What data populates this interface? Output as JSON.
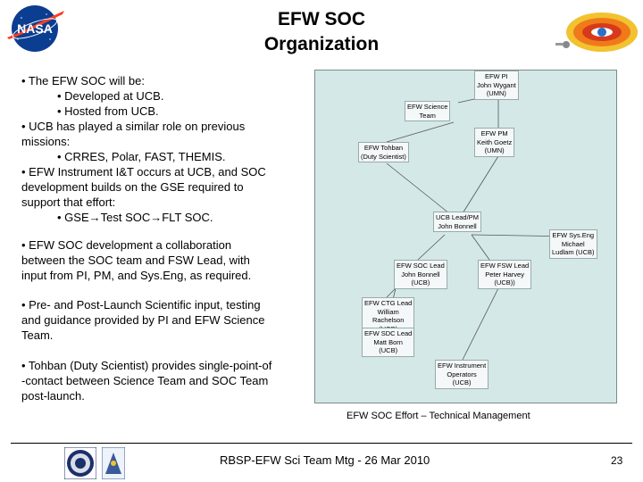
{
  "title": {
    "line1": "EFW SOC",
    "line2": "Organization"
  },
  "left": {
    "b1": {
      "lines": [
        "• The EFW SOC will be:",
        "• Developed at UCB.",
        "• Hosted from UCB.",
        "• UCB has played a similar role on previous",
        "missions:",
        "• CRRES, Polar, FAST, THEMIS.",
        "• EFW Instrument I&T occurs at UCB, and SOC",
        "development builds on the GSE required to",
        "support that effort:",
        "• GSE→Test SOC→FLT SOC."
      ]
    },
    "b2": {
      "lines": [
        "• EFW SOC development a collaboration",
        "between the SOC team and FSW Lead, with",
        "input from PI, PM, and Sys.Eng, as required."
      ]
    },
    "b3": {
      "lines": [
        "• Pre- and Post-Launch Scientific input, testing",
        "and guidance provided by PI and EFW Science",
        "Team."
      ]
    },
    "b4": {
      "lines": [
        "• Tohban (Duty Scientist) provides single-point-of",
        "-contact between Science Team and SOC Team",
        "post-launch."
      ]
    }
  },
  "org": {
    "pi": [
      "EFW PI",
      "John Wygant",
      "(UMN)"
    ],
    "science": [
      "EFW Science",
      "Team"
    ],
    "pm": [
      "EFW PM",
      "Keith Goetz",
      "(UMN)"
    ],
    "tohban": [
      "EFW Tohban",
      "(Duty Scientist)"
    ],
    "ucb": [
      "UCB Lead/PM",
      "John Bonnell"
    ],
    "syseng": [
      "EFW Sys.Eng",
      "Michael",
      "Ludlam (UCB)"
    ],
    "soc": [
      "EFW SOC Lead",
      "John Bonnell",
      "(UCB)"
    ],
    "fsw": [
      "EFW FSW Lead",
      "Peter Harvey",
      "(UCB))"
    ],
    "ctg": [
      "EFW CTG Lead",
      "William",
      "Rachelson",
      "(UCB)"
    ],
    "sdc": [
      "EFW SDC Lead",
      "Matt Born",
      "(UCB)"
    ],
    "ops": [
      "EFW Instrument",
      "Operators",
      "(UCB)"
    ]
  },
  "caption": "EFW SOC Effort – Technical Management",
  "footer": {
    "text": "RBSP-EFW Sci Team Mtg - 26 Mar 2010",
    "page": "23"
  },
  "colors": {
    "org_bg": "#d4e8e8",
    "nasa_blue": "#0b3d91",
    "nasa_red": "#fc3d21"
  }
}
